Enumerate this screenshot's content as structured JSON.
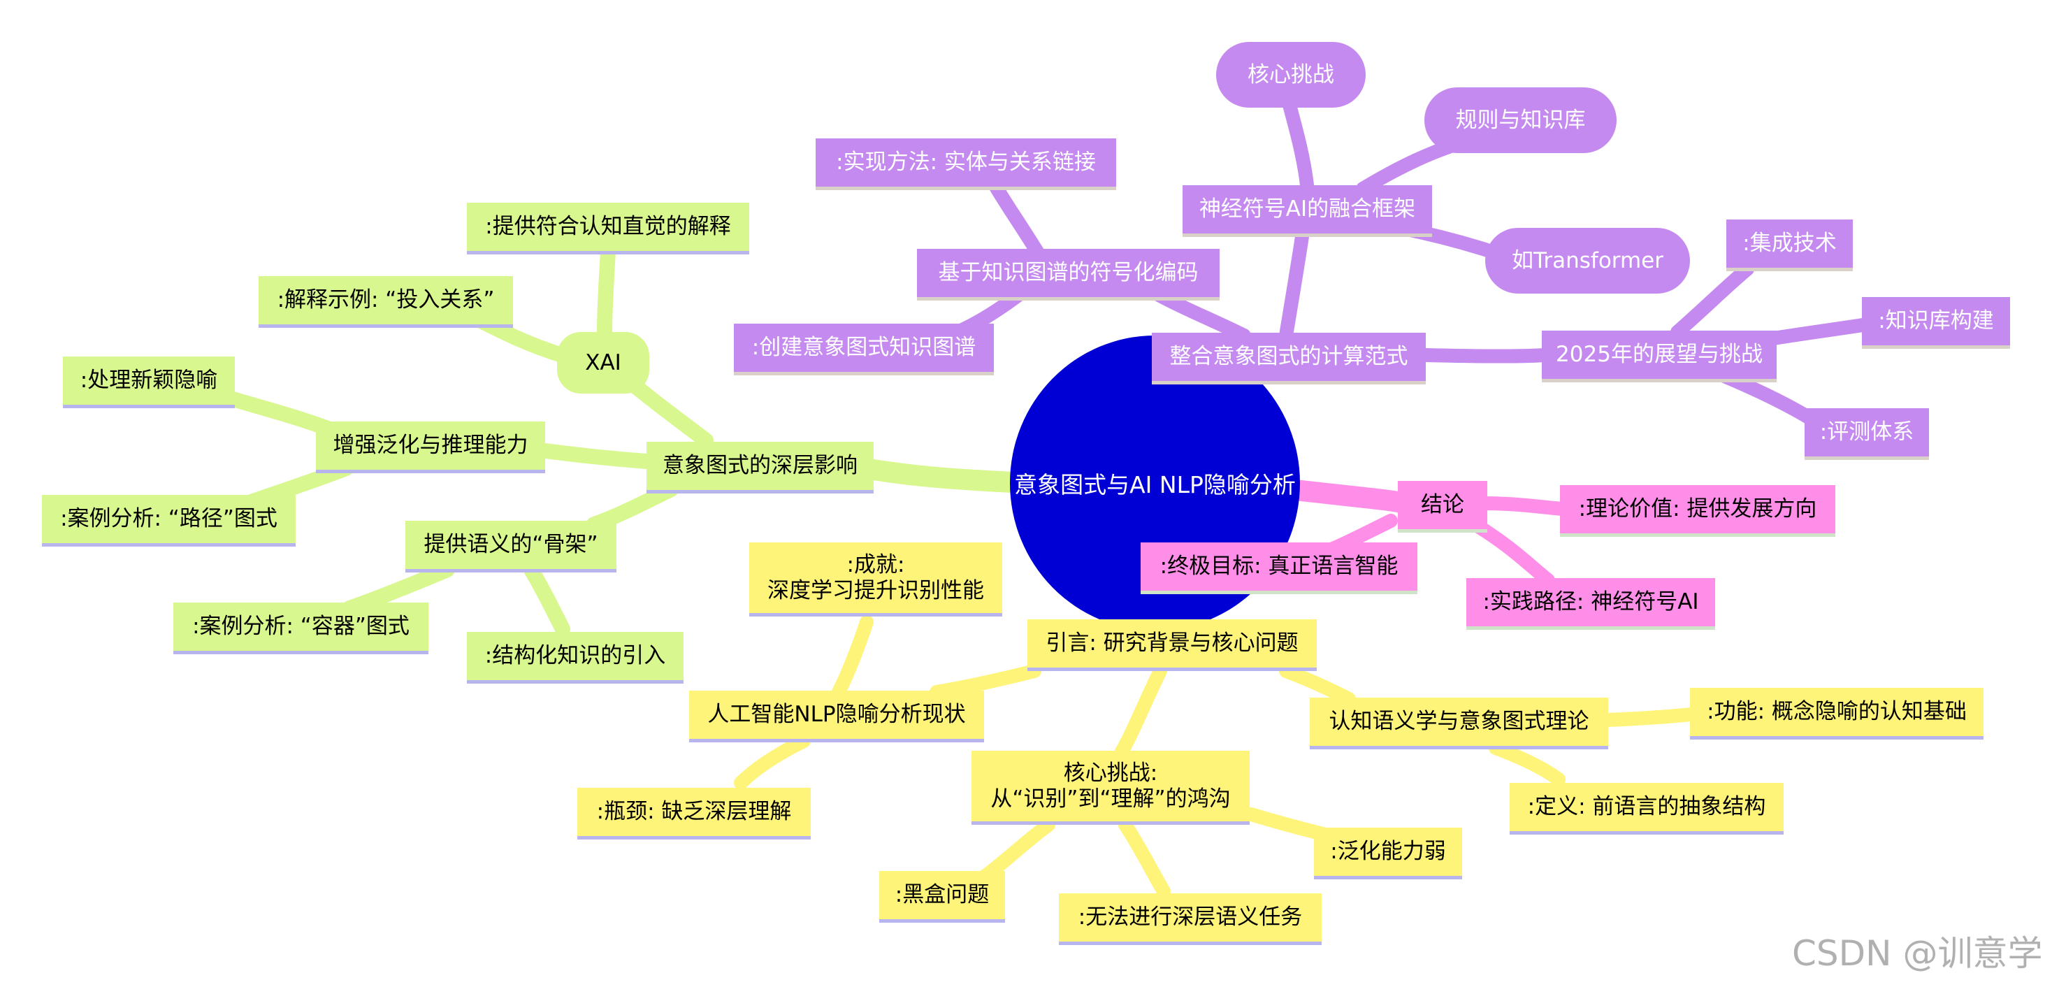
{
  "root": "意象图式与AI NLP隐喻分析",
  "purple": {
    "main": "整合意象图式的计算范式",
    "kg_encoding": "基于知识图谱的符号化编码",
    "kg_method": ":实现方法: 实体与关系链接",
    "kg_create": ":创建意象图式知识图谱",
    "neuro_symbolic": "神经符号AI的融合框架",
    "core_challenge": "核心挑战",
    "rules_kb": "规则与知识库",
    "transformer": "如Transformer",
    "outlook": "2025年的展望与挑战",
    "integration": ":集成技术",
    "kb_build": ":知识库构建",
    "evaluation": ":评测体系"
  },
  "green": {
    "main": "意象图式的深层影响",
    "xai": "XAI",
    "xai_explain": ":提供符合认知直觉的解释",
    "xai_example": ":解释示例: “投入关系”",
    "generalize": "增强泛化与推理能力",
    "novel": ":处理新颖隐喻",
    "path_case": ":案例分析: “路径”图式",
    "skeleton": "提供语义的“骨架”",
    "container_case": ":案例分析: “容器”图式",
    "structured": ":结构化知识的引入"
  },
  "pink": {
    "main": "结论",
    "theory": ":理论价值: 提供发展方向",
    "goal": ":终极目标: 真正语言智能",
    "practice": ":实践路径: 神经符号AI"
  },
  "yellow": {
    "main": "引言: 研究背景与核心问题",
    "ai_status": "人工智能NLP隐喻分析现状",
    "achievement_1": ":成就:",
    "achievement_2": "深度学习提升识别性能",
    "bottleneck": ":瓶颈: 缺乏深层理解",
    "core_1": "核心挑战:",
    "core_2": "从“识别”到“理解”的鸿沟",
    "blackbox": ":黑盒问题",
    "deep_semantic": ":无法进行深层语义任务",
    "weak_general": ":泛化能力弱",
    "cognitive": "认知语义学与意象图式理论",
    "function": ":功能: 概念隐喻的认知基础",
    "definition": ":定义: 前语言的抽象结构"
  },
  "watermark": "CSDN @训意学",
  "colors": {
    "root": "#0000d4",
    "purple": "#c58af0",
    "green": "#d8f78e",
    "yellow": "#fff47a",
    "pink": "#ff8ee8"
  }
}
